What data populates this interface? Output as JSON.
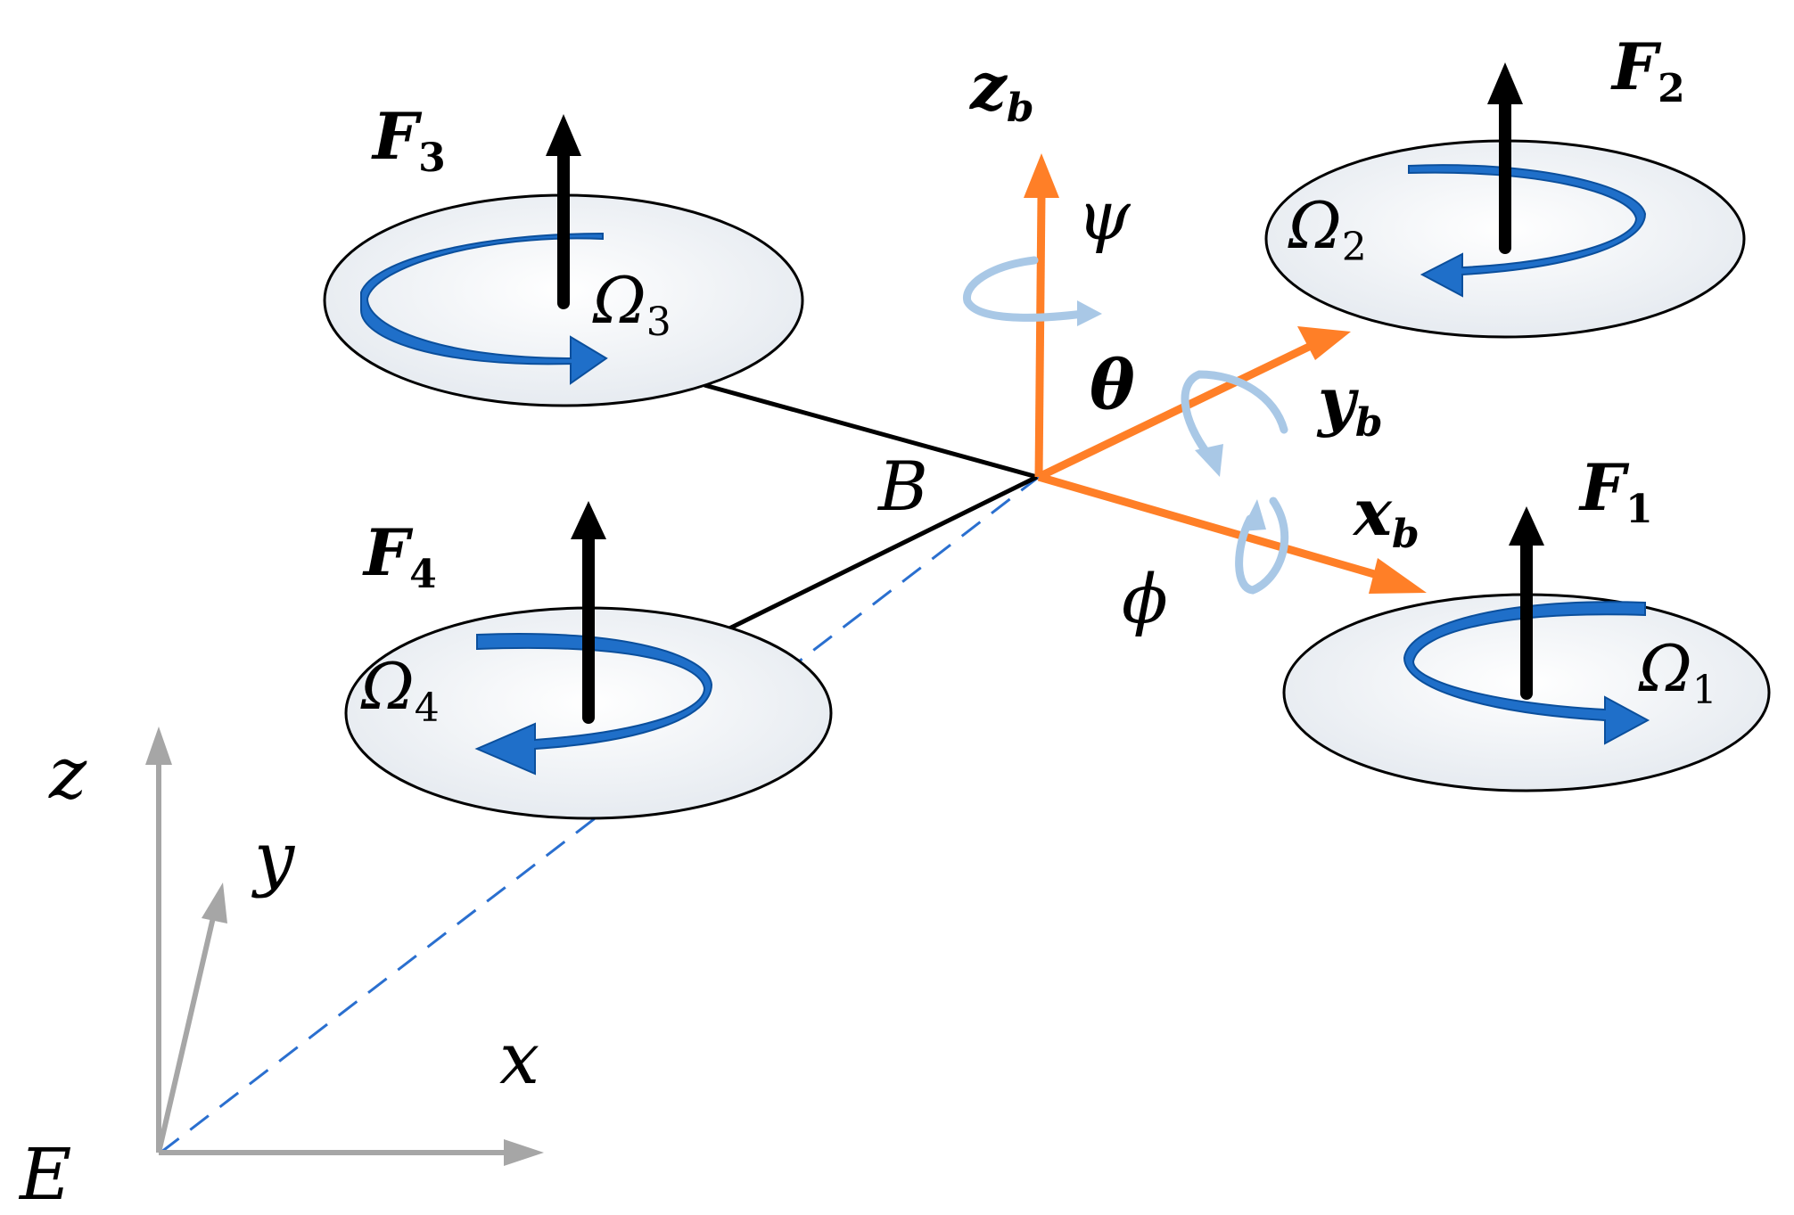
{
  "colors": {
    "body_frame": "#ff7f27",
    "spin_arrow": "#1f6fc9",
    "spin_arrow_dark": "#0b4f9c",
    "angle_arrow": "#a9c8e6",
    "earth_frame": "#a6a6a6",
    "dashed_line": "#2a6fcf",
    "rotor_fill": "#eef2f6"
  },
  "labels": {
    "F1_base": "F",
    "F1_sub": "1",
    "F2_base": "F",
    "F2_sub": "2",
    "F3_base": "F",
    "F3_sub": "3",
    "F4_base": "F",
    "F4_sub": "4",
    "Omega1_base": "Ω",
    "Omega1_sub": "1",
    "Omega2_base": "Ω",
    "Omega2_sub": "2",
    "Omega3_base": "Ω",
    "Omega3_sub": "3",
    "Omega4_base": "Ω",
    "Omega4_sub": "4",
    "zb_base": "z",
    "zb_sub": "b",
    "yb_base": "y",
    "yb_sub": "b",
    "xb_base": "x",
    "xb_sub": "b",
    "psi": "ψ",
    "theta": "θ",
    "phi": "ϕ",
    "body_origin": "B",
    "earth_origin": "E",
    "earth_x": "x",
    "earth_y": "y",
    "earth_z": "z"
  }
}
